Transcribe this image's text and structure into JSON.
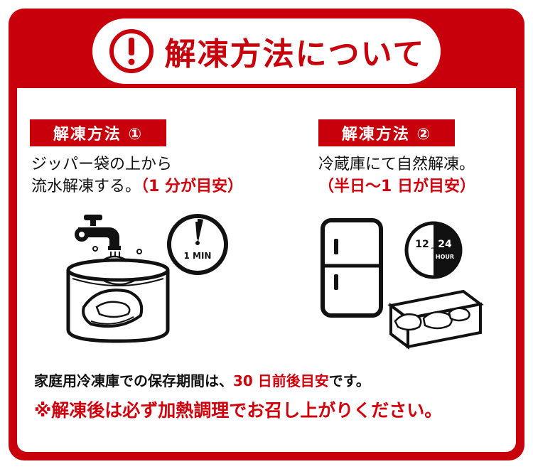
{
  "header": {
    "title": "解凍方法について",
    "icon": "exclamation-circle-icon"
  },
  "method1": {
    "label": "解凍方法 ①",
    "line1": "ジッパー袋の上から",
    "line2_text": "流水解凍する。",
    "line2_highlight": "（1 分が目安）",
    "timer_label": "1 MIN",
    "icons": [
      "faucet-icon",
      "water-bowl-icon",
      "oyster-bag-icon",
      "timer-icon"
    ]
  },
  "method2": {
    "label": "解凍方法 ②",
    "line1": "冷蔵庫にて自然解凍。",
    "line2_highlight": "（半日〜1 日が目安）",
    "clock_left": "12",
    "clock_tilde": "~",
    "clock_right": "24",
    "clock_unit": "HOUR",
    "icons": [
      "refrigerator-icon",
      "clock-icon",
      "oyster-box-icon"
    ]
  },
  "notes": {
    "storage_prefix": "家庭用冷凍庫での保存期間は、",
    "storage_highlight": "30 日前後目安",
    "storage_suffix": "です。",
    "warning": "※解凍後は必ず加熱調理でお召し上がりください。"
  },
  "colors": {
    "brand_red": "#c7000b",
    "text": "#111111",
    "background": "#ffffff"
  }
}
